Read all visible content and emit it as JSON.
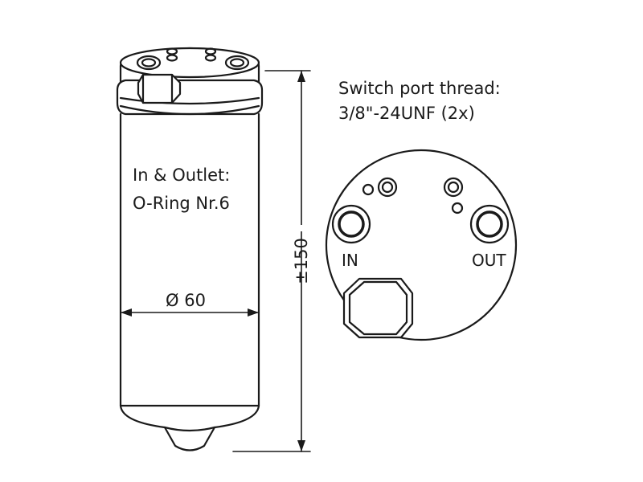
{
  "labels": {
    "switch_port_line1": "Switch port thread:",
    "switch_port_line2": "3/8\"-24UNF (2x)",
    "inlet_outlet_line1": "In & Outlet:",
    "inlet_outlet_line2": "O-Ring Nr.6",
    "diameter": "Ø 60",
    "height": "±150",
    "port_in": "IN",
    "port_out": "OUT"
  },
  "colors": {
    "line": "#1a1a1a",
    "background": "#ffffff"
  }
}
